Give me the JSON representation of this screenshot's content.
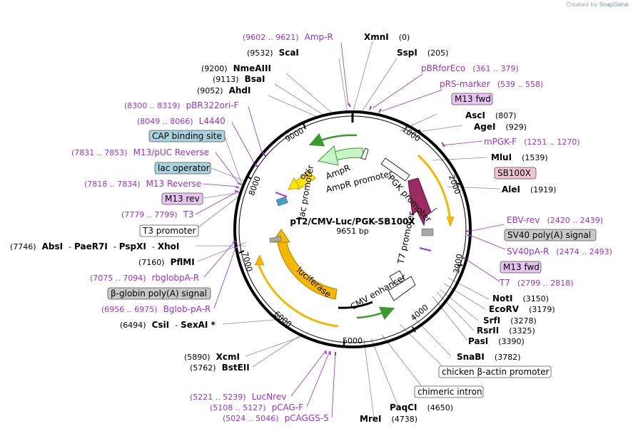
{
  "credit": {
    "prefix": "Created by",
    "brand": "SnapGene"
  },
  "plasmid": {
    "name": "pT2/CMV-Luc/PGK-SB100X",
    "length": "9651 bp"
  },
  "ticks": [
    "1000",
    "2000",
    "3000",
    "4000",
    "5000",
    "6000",
    "7000",
    "8000",
    "9000"
  ],
  "enzymes": {
    "xmni": {
      "name": "XmnI",
      "pos": "(0)"
    },
    "sspi": {
      "name": "SspI",
      "pos": "(205)"
    },
    "scai": {
      "name": "ScaI",
      "pos": "(9532)"
    },
    "nmeaiii": {
      "name": "NmeAIII",
      "pos": "(9200)"
    },
    "bsai": {
      "name": "BsaI",
      "pos": "(9113)"
    },
    "ahdi": {
      "name": "AhdI",
      "pos": "(9052)"
    },
    "asci": {
      "name": "AscI",
      "pos": "(807)"
    },
    "agei": {
      "name": "AgeI",
      "pos": "(929)"
    },
    "mlui": {
      "name": "MluI",
      "pos": "(1539)"
    },
    "alei": {
      "name": "AleI",
      "pos": "(1919)"
    },
    "noti": {
      "name": "NotI",
      "pos": "(3150)"
    },
    "ecorv": {
      "name": "EcoRV",
      "pos": "(3179)"
    },
    "srfi": {
      "name": "SrfI",
      "pos": "(3278)"
    },
    "rsrii": {
      "name": "RsrII",
      "pos": "(3325)"
    },
    "pasi": {
      "name": "PasI",
      "pos": "(3390)"
    },
    "snabi": {
      "name": "SnaBI",
      "pos": "(3782)"
    },
    "paqci": {
      "name": "PaqCI",
      "pos": "(4650)"
    },
    "mrei": {
      "name": "MreI",
      "pos": "(4738)"
    },
    "xcmi": {
      "name": "XcmI",
      "pos": "(5890)"
    },
    "bsteii": {
      "name": "BstEII",
      "pos": "(5762)"
    },
    "csii": {
      "pos": "(6494)",
      "name": "CsiI",
      "sep": "-",
      "name2": "SexAI *"
    },
    "pflmi": {
      "name": "PflMI",
      "pos": "(7160)"
    },
    "absi": {
      "pos": "(7746)",
      "name": "AbsI",
      "n2": "PaeR7I",
      "n3": "PspXI",
      "n4": "XhoI",
      "sep": "-"
    }
  },
  "primers": {
    "ampr": {
      "pos": "(9602 .. 9621)",
      "name": "Amp-R"
    },
    "pbrforeco": {
      "name": "pBRforEco",
      "pos": "(361 .. 379)"
    },
    "prs": {
      "name": "pRS-marker",
      "pos": "(539 .. 558)"
    },
    "mpgk": {
      "name": "mPGK-F",
      "pos": "(1251 .. 1270)"
    },
    "ebv": {
      "name": "EBV-rev",
      "pos": "(2420 .. 2439)"
    },
    "sv40pa": {
      "name": "SV40pA-R",
      "pos": "(2474 .. 2493)"
    },
    "t7": {
      "name": "T7",
      "pos": "(2799 .. 2818)"
    },
    "pbr322": {
      "pos": "(8300 .. 8319)",
      "name": "pBR322ori-F"
    },
    "l4440": {
      "pos": "(8049 .. 8066)",
      "name": "L4440"
    },
    "m13puc": {
      "pos": "(7831 .. 7853)",
      "name": "M13/pUC Reverse"
    },
    "m13rev": {
      "pos": "(7818 .. 7834)",
      "name": "M13 Reverse"
    },
    "t3": {
      "pos": "(7779 .. 7799)",
      "name": "T3"
    },
    "rbglob": {
      "pos": "(7075 .. 7094)",
      "name": "rbglobpA-R"
    },
    "bglob": {
      "pos": "(6956 .. 6975)",
      "name": "Bglob-pA-R"
    },
    "lucnrev": {
      "pos": "(5221 .. 5239)",
      "name": "LucNrev"
    },
    "pcagf": {
      "pos": "(5108 .. 5127)",
      "name": "pCAG-F"
    },
    "pcaggs": {
      "pos": "(5024 .. 5046)",
      "name": "pCAGGS-5"
    }
  },
  "boxes": {
    "m13fwd_top": "M13 fwd",
    "sb100x": "SB100X",
    "sv40polya": "SV40 poly(A) signal",
    "m13fwd_bottom": "M13 fwd",
    "cap": "CAP binding site",
    "lacop": "lac operator",
    "m13rev": "M13 rev",
    "t3prom": "T3 promoter",
    "bglobin": "β-globin poly(A) signal",
    "chicken": "chicken β-actin promoter",
    "chimeric": "chimeric intron"
  },
  "inner_labels": {
    "ampr": "AmpR",
    "ampr_promoter": "AmpR promoter",
    "ori": "ori",
    "lac_promoter": "lac promoter",
    "pgk_promoter": "PGK promoter",
    "t7_promoter": "T7 promoter",
    "cmv_enhancer": "CMV enhancer",
    "luciferase": "luciferase"
  },
  "colors": {
    "primer": "#9b30d9",
    "ampr_fill": "#c8f5c8",
    "ori_fill": "#ffe600",
    "luciferase_fill": "#f5b800",
    "sb100x_fill": "#9c2a63",
    "gray_feature": "#a8a8a8",
    "cap_box": "#a7d2de",
    "primer_box": "#e7c4f0",
    "sb100x_box": "#f1c4d3"
  }
}
